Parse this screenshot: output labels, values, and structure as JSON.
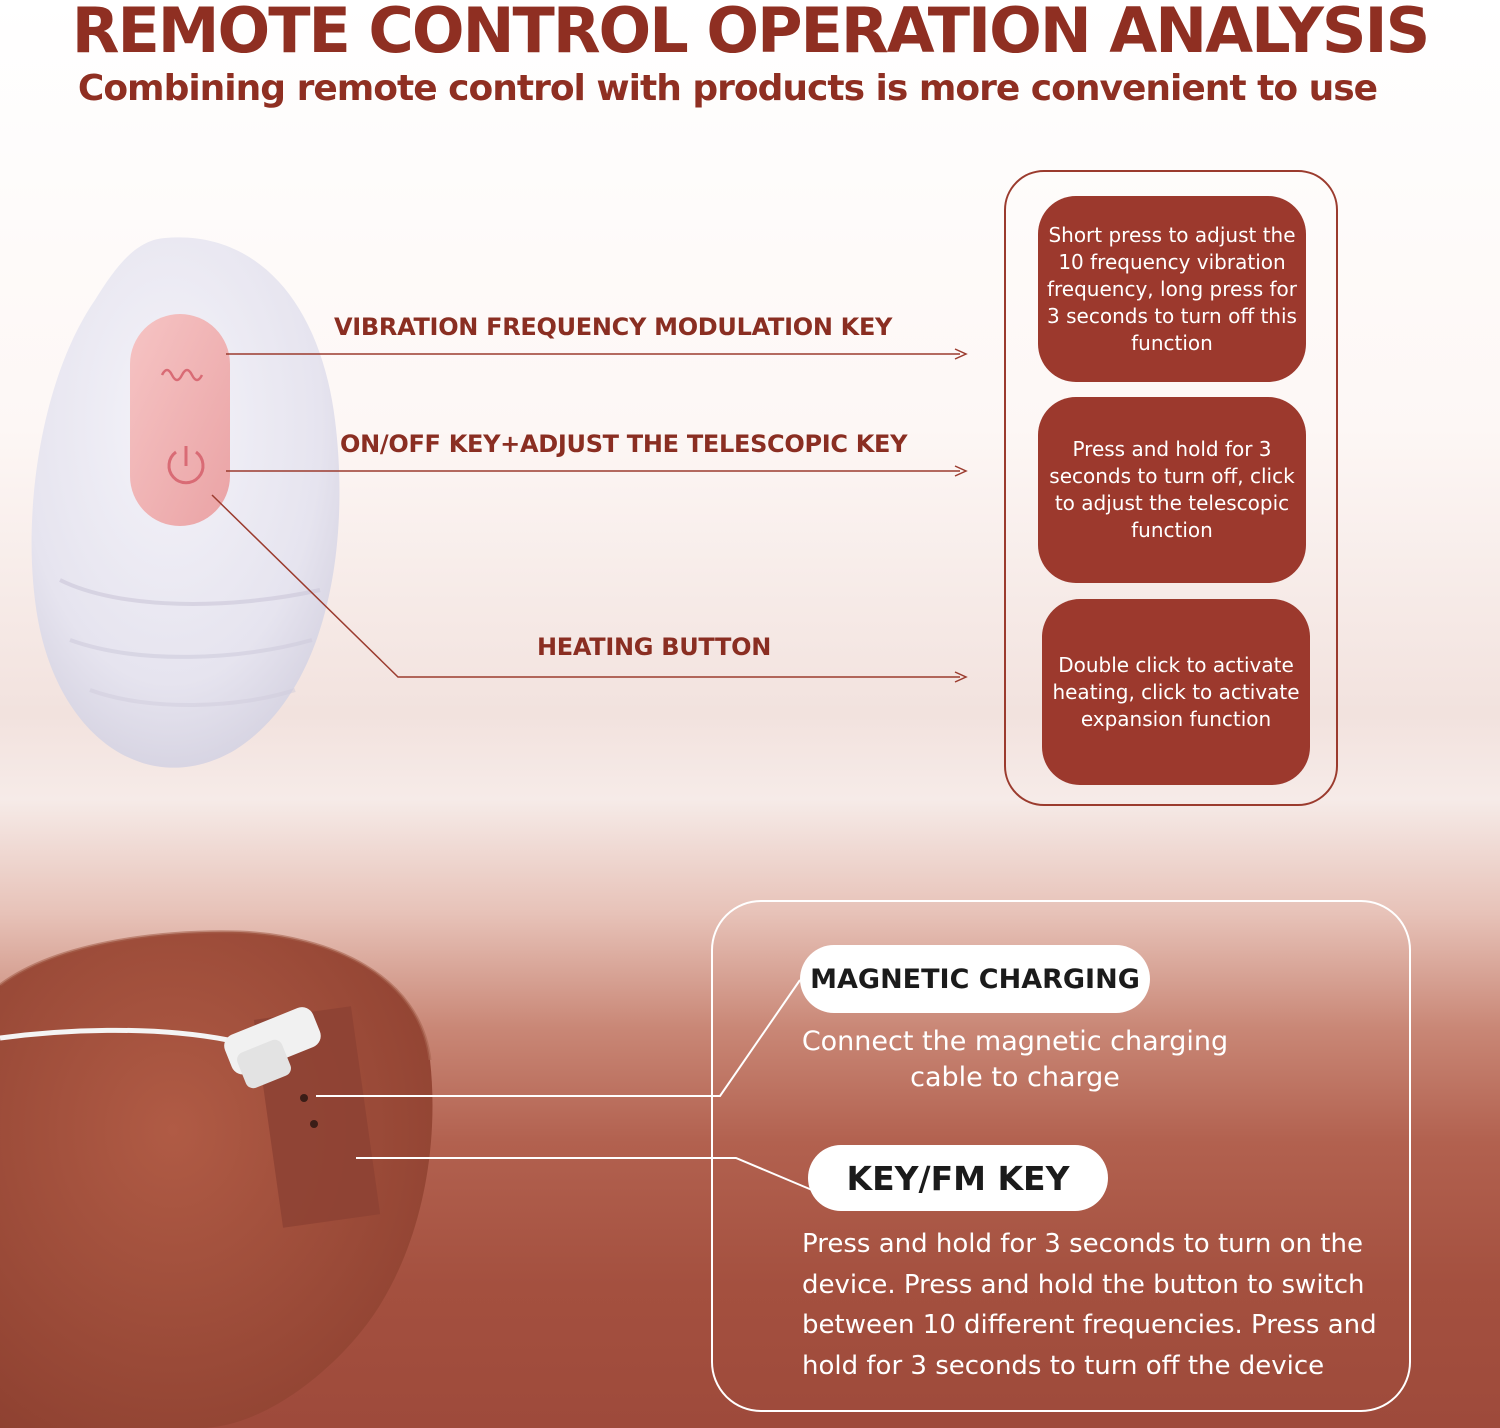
{
  "header": {
    "title": "REMOTE CONTROL OPERATION ANALYSIS",
    "subtitle": "Combining remote control with products is more convenient to use"
  },
  "remote": {
    "keys": [
      {
        "label": "VIBRATION FREQUENCY MODULATION KEY",
        "description": "Short press to adjust the 10 frequency vibration frequency, long press for 3 seconds to turn off this function"
      },
      {
        "label": "ON/OFF KEY+ADJUST THE TELESCOPIC KEY",
        "description": "Press and hold for 3 seconds to turn off, click to adjust the telescopic function"
      },
      {
        "label": "HEATING BUTTON",
        "description": "Double click to activate heating, click to activate expansion function"
      }
    ]
  },
  "device": {
    "magnetic": {
      "title": "MAGNETIC CHARGING",
      "text": "Connect the magnetic charging cable to charge"
    },
    "fm_key": {
      "title": "KEY/FM KEY",
      "text": "Press and hold for 3 seconds to turn on the device. Press and hold the button to switch between 10 different frequencies. Press and hold for 3 seconds to turn off the device"
    }
  },
  "colors": {
    "brand": "#9c392d",
    "remote_body": "#eceaf3",
    "remote_buttons": "#f0b3b3"
  },
  "icons": [
    "wave-icon",
    "power-icon"
  ]
}
